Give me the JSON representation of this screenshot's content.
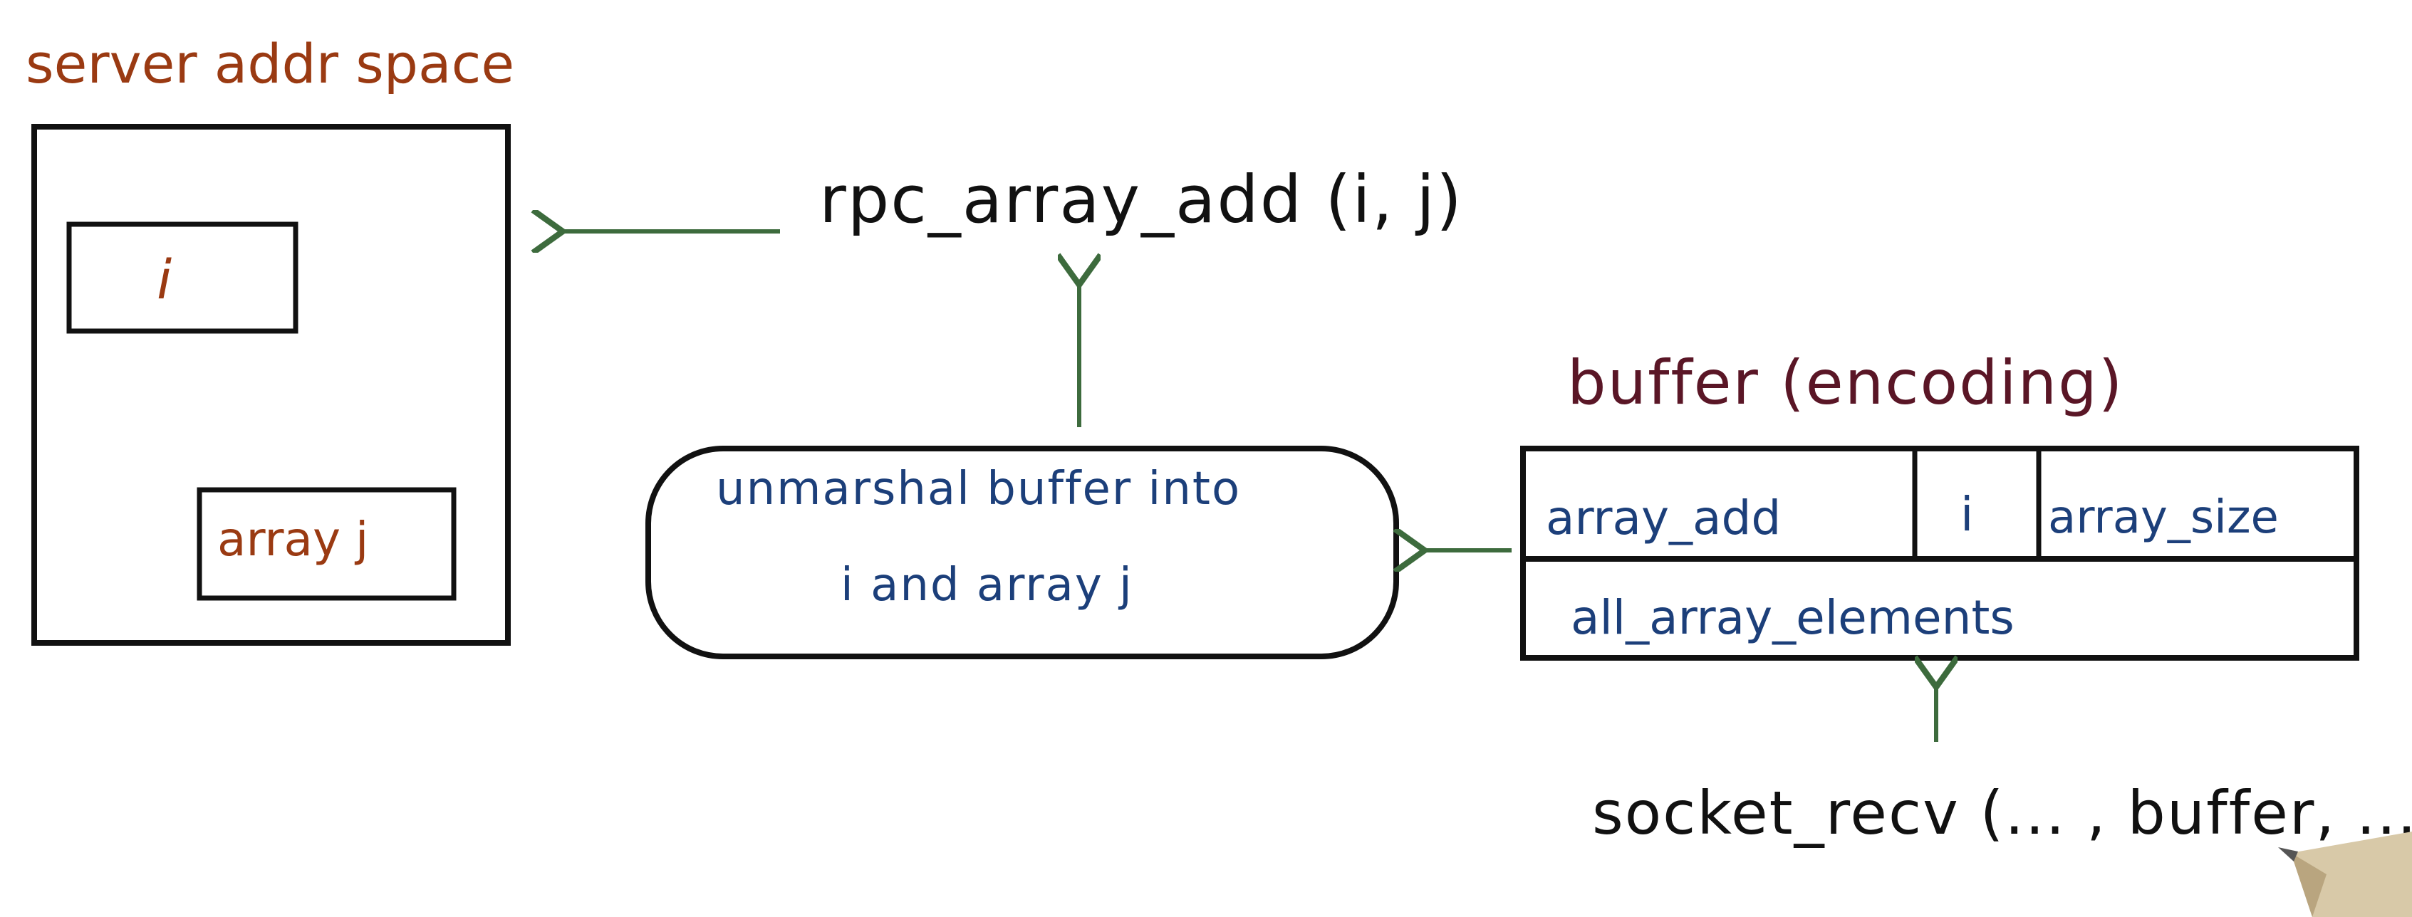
{
  "server": {
    "title": "server addr space",
    "var_i": "i",
    "var_array_j": "array j"
  },
  "rpc": {
    "call": "rpc_array_add (i, j)"
  },
  "unmarshal": {
    "line1": "unmarshal buffer into",
    "line2": "i  and array j"
  },
  "buffer": {
    "title": "buffer (encoding)",
    "cells": {
      "proc": "array_add",
      "i": "i",
      "size": "array_size",
      "elements": "all_array_elements"
    }
  },
  "socket": {
    "call": "socket_recv (... , buffer, ...)"
  },
  "icons": {
    "pen": "pen-icon"
  },
  "colors": {
    "ink_black": "#111111",
    "ink_brown": "#9a3a12",
    "ink_blue": "#1c3f7a",
    "ink_maroon": "#5a1626",
    "arrow_green": "#3d6b3d"
  }
}
